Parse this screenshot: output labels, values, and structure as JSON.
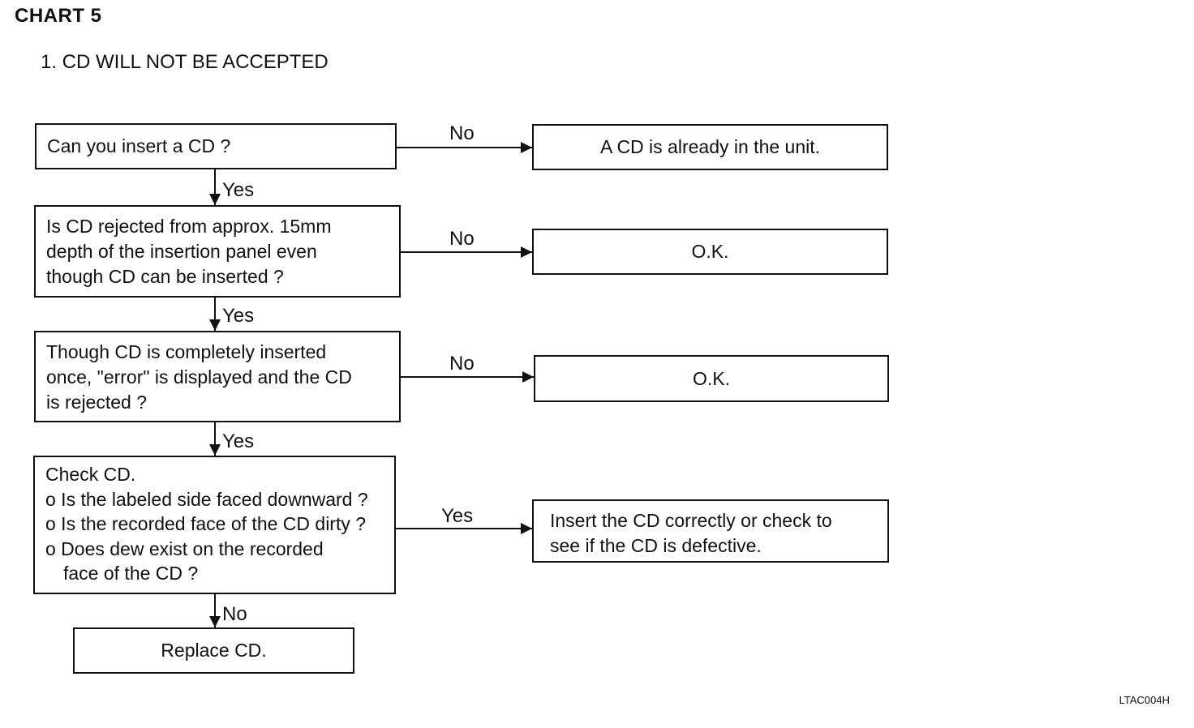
{
  "chart_title": "CHART  5",
  "section_title": "1.  CD WILL NOT BE ACCEPTED",
  "questions": {
    "q1": {
      "lines": [
        "Can you insert a CD ?"
      ]
    },
    "q2": {
      "lines": [
        "Is CD rejected from approx. 15mm",
        "depth of the insertion panel even",
        "though CD can be inserted ?"
      ]
    },
    "q3": {
      "lines": [
        "Though CD is completely inserted",
        "once, \"error\" is displayed and the CD",
        "is rejected ?"
      ]
    },
    "q4": {
      "lines": [
        "Check CD.",
        "o Is the labeled side faced downward ?",
        "o Is the recorded face of the CD dirty ?",
        "o Does dew exist on the recorded",
        "face of the CD ?"
      ]
    }
  },
  "results": {
    "r1": {
      "lines": [
        "A CD is already in the unit."
      ]
    },
    "r2": {
      "lines": [
        "O.K."
      ]
    },
    "r3": {
      "lines": [
        "O.K."
      ]
    },
    "r4": {
      "lines": [
        "Insert the CD correctly or check to",
        "see if the CD is defective."
      ]
    },
    "final": {
      "lines": [
        "Replace CD."
      ]
    }
  },
  "edge_labels": {
    "q1_right": "No",
    "q1_down": "Yes",
    "q2_right": "No",
    "q2_down": "Yes",
    "q3_right": "No",
    "q3_down": "Yes",
    "q4_right": "Yes",
    "q4_down": "No"
  },
  "figure_code": "LTAC004H",
  "colors": {
    "ink": "#111111",
    "background": "#ffffff"
  }
}
